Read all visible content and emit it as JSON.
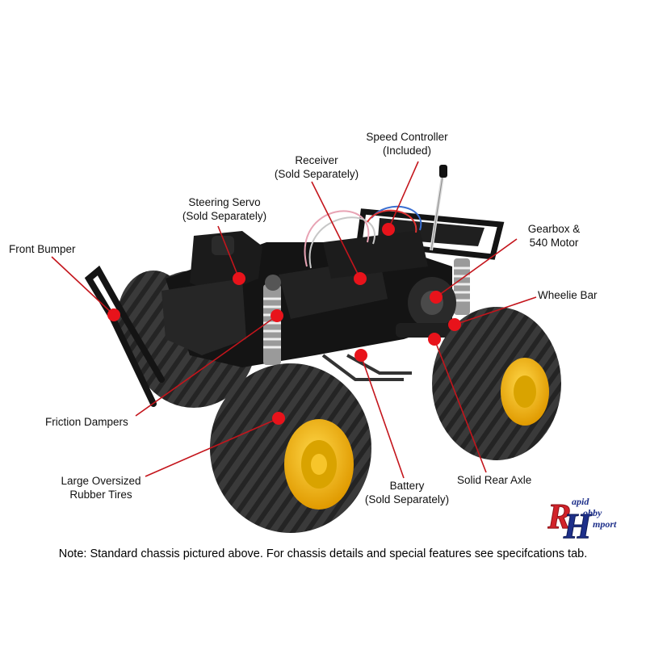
{
  "labels": {
    "speed_controller": [
      "Speed Controller",
      "(Included)"
    ],
    "receiver": [
      "Receiver",
      "(Sold Separately)"
    ],
    "steering_servo": [
      "Steering Servo",
      "(Sold Separately)"
    ],
    "gearbox_motor": [
      "Gearbox &",
      "540 Motor"
    ],
    "front_bumper": [
      "Front Bumper"
    ],
    "wheelie_bar": [
      "Wheelie Bar"
    ],
    "friction_dampers": [
      "Friction Dampers"
    ],
    "large_tires": [
      "Large Oversized",
      "Rubber Tires"
    ],
    "battery": [
      "Battery",
      "(Sold Separately)"
    ],
    "solid_rear_axle": [
      "Solid Rear Axle"
    ]
  },
  "note": "Note: Standard chassis pictured above. For chassis details and special features see specifcations tab.",
  "logo": {
    "letters": "RH",
    "words": [
      "apid",
      "obby",
      "mport"
    ]
  },
  "colors": {
    "callout_dot": "#e8131b",
    "leader_line": "#c4151c",
    "logo_red": "#d2232a",
    "logo_blue": "#1d2f8a",
    "chassis": "#141414",
    "wheel_rim": "#f2b705"
  }
}
